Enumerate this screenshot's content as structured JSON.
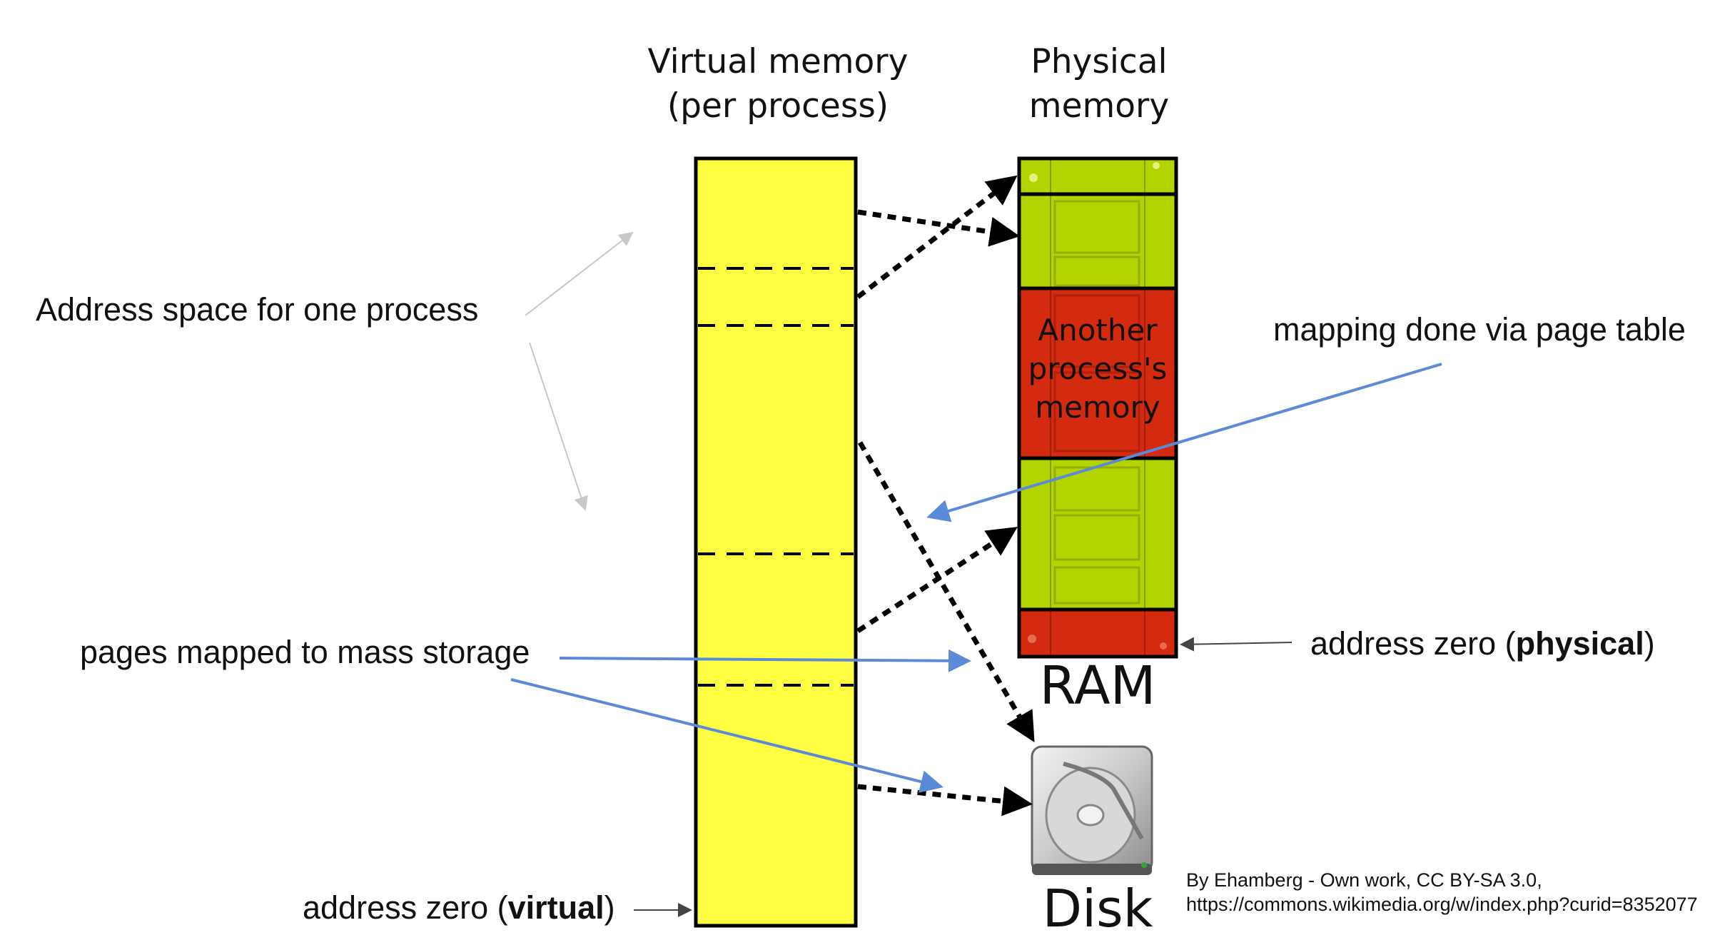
{
  "headings": {
    "virtual_line1": "Virtual memory",
    "virtual_line2": "(per process)",
    "physical_line1": "Physical",
    "physical_line2": "memory"
  },
  "labels": {
    "address_space": "Address space for one process",
    "mapping": "mapping done via page table",
    "pages_mapped": "pages mapped to mass storage",
    "addr_zero_physical_pre": "address zero (",
    "addr_zero_physical_bold": "physical",
    "addr_zero_physical_post": ")",
    "addr_zero_virtual_pre": "address zero (",
    "addr_zero_virtual_bold": "virtual",
    "addr_zero_virtual_post": ")"
  },
  "ram": {
    "other_line1": "Another",
    "other_line2": "process's",
    "other_line3": "memory",
    "caption": "RAM"
  },
  "disk": {
    "caption": "Disk"
  },
  "credit": {
    "line1": "By Ehamberg - Own work, CC BY-SA 3.0,",
    "line2": "https://commons.wikimedia.org/w/index.php?curid=8352077"
  },
  "colors": {
    "virtual_fill": "#ffff44",
    "ram_green": "#b4d400",
    "ram_red": "#d42a10",
    "annotation_arrow": "#5b8ad8",
    "thin_arrow": "#c8c8c8"
  }
}
